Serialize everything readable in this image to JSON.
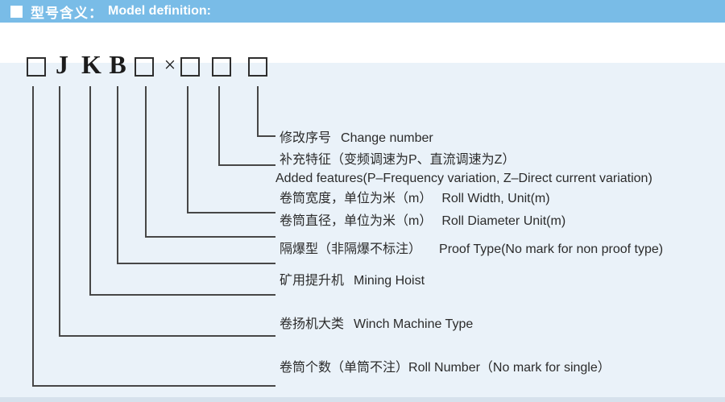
{
  "header": {
    "title_zh": "型号含义：",
    "title_en": "Model definition:"
  },
  "model_code": {
    "letter_j": "J",
    "letter_k": "K",
    "letter_b": "B",
    "multiply_sign": "×"
  },
  "labels": [
    {
      "id": "change-number",
      "zh": "修改序号",
      "en": "Change number"
    },
    {
      "id": "added-features",
      "zh": "补充特征（变频调速为P、直流调速为Z）",
      "en": "Added features(P–Frequency variation, Z–Direct current variation)"
    },
    {
      "id": "roll-width",
      "zh": "卷筒宽度，单位为米（m）",
      "en": "Roll Width, Unit(m)"
    },
    {
      "id": "roll-diameter",
      "zh": "卷筒直径，单位为米（m）",
      "en": "Roll Diameter Unit(m)"
    },
    {
      "id": "proof-type",
      "zh": "隔爆型（非隔爆不标注）",
      "en": "Proof Type(No mark for non proof type)"
    },
    {
      "id": "mining-hoist",
      "zh": "矿用提升机",
      "en": "Mining Hoist"
    },
    {
      "id": "winch-type",
      "zh": "卷扬机大类",
      "en": "Winch Machine Type"
    },
    {
      "id": "roll-number",
      "zh": "卷筒个数（单筒不注）",
      "en": "Roll Number（No mark for single）"
    }
  ],
  "colors": {
    "header_bg": "#79bce7",
    "content_bg": "#eaf2f9",
    "line": "#474747",
    "text": "#2b2b2b"
  }
}
